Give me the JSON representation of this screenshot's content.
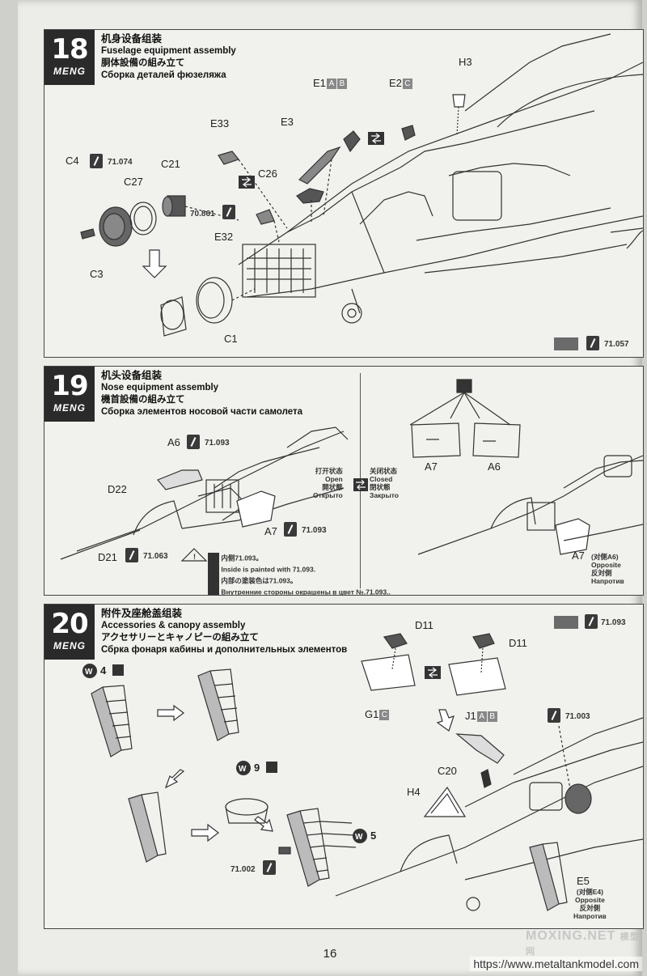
{
  "step18": {
    "number": "18",
    "brand": "MENG",
    "title_cn": "机身设备组装",
    "title_en": "Fuselage equipment assembly",
    "title_jp": "胴体設備の組み立て",
    "title_ru": "Сборка деталей фюзеляжа",
    "parts": {
      "h3": "H3",
      "e1": "E1",
      "e1_a": "A",
      "e1_b": "B",
      "e2": "E2",
      "e2_c": "C",
      "e33": "E33",
      "e3": "E3",
      "c4": "C4",
      "c4_paint": "71.074",
      "c21": "C21",
      "c27": "C27",
      "c26": "C26",
      "paint_70861": "70.861",
      "e32": "E32",
      "c3": "C3",
      "c1": "C1",
      "corner_paint": "71.057"
    }
  },
  "step19": {
    "number": "19",
    "brand": "MENG",
    "title_cn": "机头设备组装",
    "title_en": "Nose equipment assembly",
    "title_jp": "機首設備の組み立て",
    "title_ru": "Сборка элементов носовой части самолета",
    "parts": {
      "a6": "A6",
      "a6_paint": "71.093",
      "d22": "D22",
      "a7": "A7",
      "a7_paint": "71.093",
      "d21": "D21",
      "d21_paint": "71.063",
      "right_a7": "A7",
      "right_a6": "A6",
      "a7_opposite": "A7",
      "a7_opp_cn": "(对侧A6)",
      "a7_opp_en": "Opposite",
      "a7_opp_jp": "反対側",
      "a7_opp_ru": "Напротив"
    },
    "open_state": {
      "cn": "打开状态",
      "en": "Open",
      "jp": "開状態",
      "ru": "Открыто"
    },
    "closed_state": {
      "cn": "关闭状态",
      "en": "Closed",
      "jp": "閉状態",
      "ru": "Закрыто"
    },
    "note": {
      "cn": "内侧71.093。",
      "en": "Inside is painted with 71.093.",
      "jp": "内部の塗装色は71.093。",
      "ru": "Внутренние стороны окрашены в цвет №.71.093.."
    }
  },
  "step20": {
    "number": "20",
    "brand": "MENG",
    "title_cn": "附件及座舱盖组装",
    "title_en": "Accessories & canopy assembly",
    "title_jp": "アクセサリーとキャノピーの組み立て",
    "title_ru": "Сбрка фонаря кабины и дополнительных элементов",
    "parts": {
      "corner_paint": "71.093",
      "w4": "W",
      "w4_n": "4",
      "w9": "W",
      "w9_n": "9",
      "w5": "W",
      "w5_n": "5",
      "paint_71002": "71.002",
      "d11_left": "D11",
      "d11_right": "D11",
      "g1": "G1",
      "g1_c": "C",
      "j1": "J1",
      "j1_a": "A",
      "j1_b": "B",
      "paint_71003": "71.003",
      "c20": "C20",
      "h4": "H4",
      "e5": "E5",
      "e5_cn": "(对侧E4)",
      "e5_en": "Opposite",
      "e5_jp": "反対側",
      "e5_ru": "Напротив"
    }
  },
  "footer": {
    "page_number": "16",
    "watermark": "MOXING.NET",
    "watermark_cn": "模型网",
    "url": "https://www.metaltankmodel.com"
  }
}
